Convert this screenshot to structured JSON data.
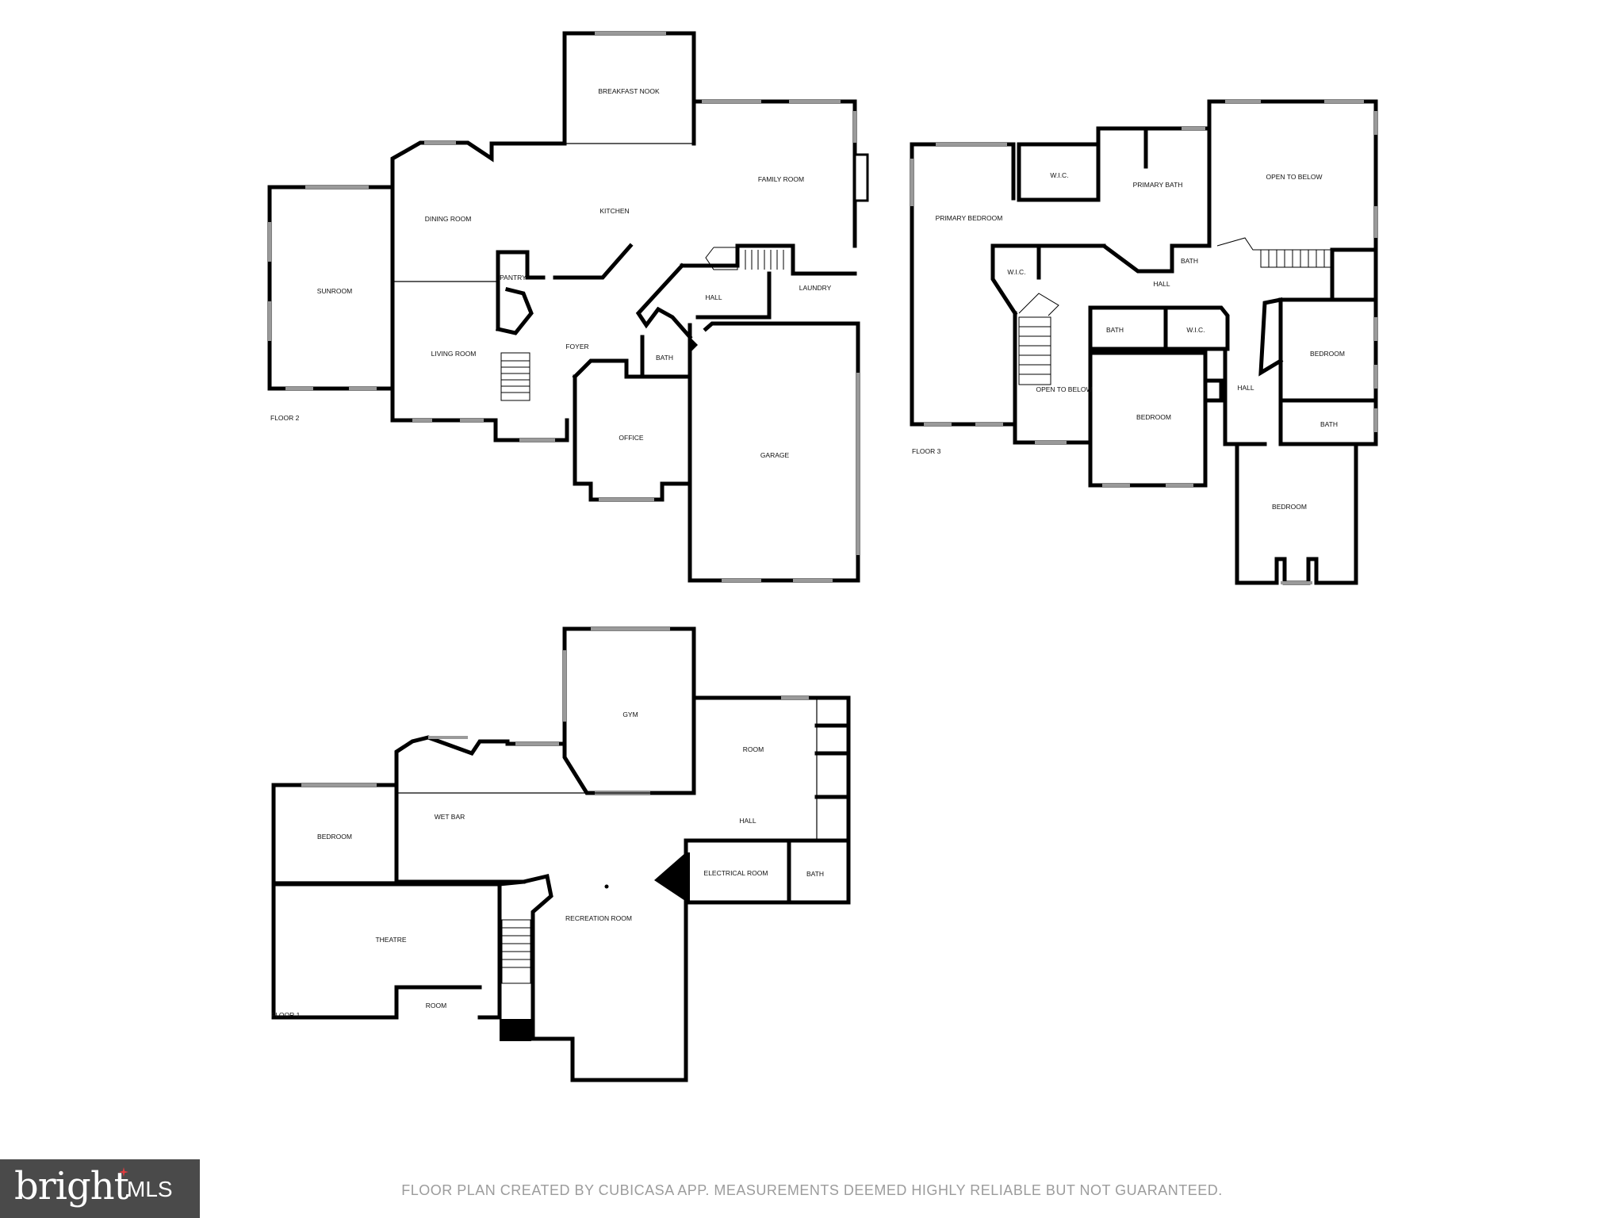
{
  "floors": [
    {
      "label": "FLOOR 2",
      "rooms": [
        "BREAKFAST NOOK",
        "FAMILY ROOM",
        "DINING ROOM",
        "KITCHEN",
        "SUNROOM",
        "PANTRY",
        "HALL",
        "LAUNDRY",
        "LIVING ROOM",
        "FOYER",
        "BATH",
        "OFFICE",
        "GARAGE"
      ]
    },
    {
      "label": "FLOOR 3",
      "rooms": [
        "W.I.C.",
        "PRIMARY BATH",
        "OPEN TO BELOW",
        "PRIMARY BEDROOM",
        "W.I.C.",
        "BATH",
        "HALL",
        "BATH",
        "W.I.C.",
        "BEDROOM",
        "OPEN TO BELOW",
        "HALL",
        "BEDROOM",
        "BATH",
        "BEDROOM"
      ]
    },
    {
      "label": "FLOOR 1",
      "rooms": [
        "GYM",
        "ROOM",
        "WET BAR",
        "HALL",
        "BEDROOM",
        "ELECTRICAL ROOM",
        "BATH",
        "RECREATION ROOM",
        "THEATRE",
        "ROOM"
      ]
    }
  ],
  "disclaimer": "FLOOR PLAN CREATED BY CUBICASA APP. MEASUREMENTS DEEMED HIGHLY RELIABLE BUT NOT GUARANTEED.",
  "logo": {
    "word": "bright",
    "suffix": "MLS",
    "accent_color": "#e03a3e",
    "background": "#4a4a4a"
  }
}
